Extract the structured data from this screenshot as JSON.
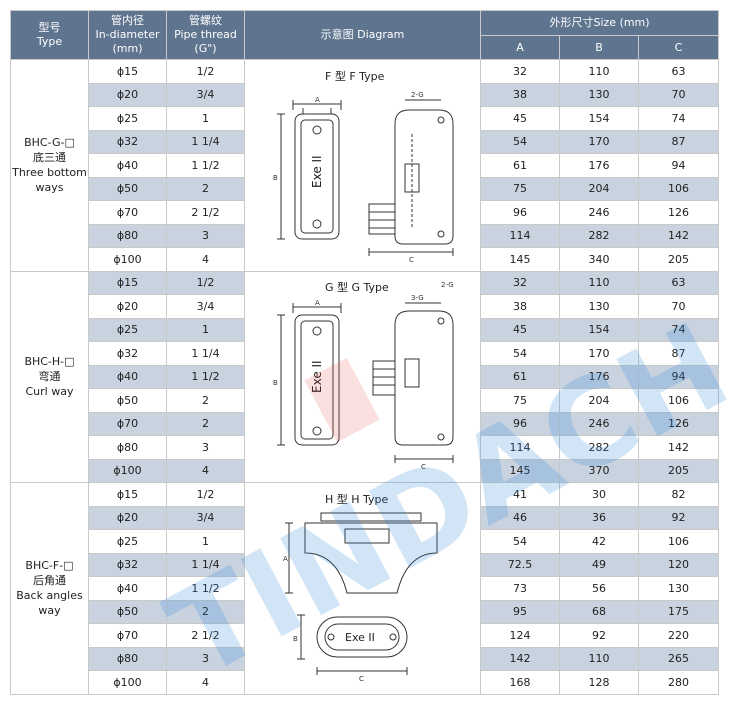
{
  "headers": {
    "type_cn": "型号",
    "type_en": "Type",
    "diameter_cn": "管内径",
    "diameter_en": "In-diameter",
    "diameter_unit": "(mm)",
    "thread_cn": "管螺纹",
    "thread_en": "Pipe thread",
    "thread_unit": "(G\")",
    "diagram": "示意图 Diagram",
    "size": "外形尺寸Size (mm)",
    "col_a": "A",
    "col_b": "B",
    "col_c": "C"
  },
  "groups": [
    {
      "type_code": "BHC-G-□",
      "type_cn": "底三通",
      "type_en_1": "Three bottom",
      "type_en_2": "ways",
      "diagram_label": "F 型    F Type",
      "rows": [
        {
          "d": "ϕ15",
          "g": "1/2",
          "a": "32",
          "b": "110",
          "c": "63"
        },
        {
          "d": "ϕ20",
          "g": "3/4",
          "a": "38",
          "b": "130",
          "c": "70"
        },
        {
          "d": "ϕ25",
          "g": "1",
          "a": "45",
          "b": "154",
          "c": "74"
        },
        {
          "d": "ϕ32",
          "g": "1 1/4",
          "a": "54",
          "b": "170",
          "c": "87"
        },
        {
          "d": "ϕ40",
          "g": "1 1/2",
          "a": "61",
          "b": "176",
          "c": "94"
        },
        {
          "d": "ϕ50",
          "g": "2",
          "a": "75",
          "b": "204",
          "c": "106"
        },
        {
          "d": "ϕ70",
          "g": "2 1/2",
          "a": "96",
          "b": "246",
          "c": "126"
        },
        {
          "d": "ϕ80",
          "g": "3",
          "a": "114",
          "b": "282",
          "c": "142"
        },
        {
          "d": "ϕ100",
          "g": "4",
          "a": "145",
          "b": "340",
          "c": "205"
        }
      ]
    },
    {
      "type_code": "BHC-H-□",
      "type_cn": "弯通",
      "type_en_1": "Curl way",
      "type_en_2": "",
      "diagram_label": "G 型    G Type",
      "rows": [
        {
          "d": "ϕ15",
          "g": "1/2",
          "a": "32",
          "b": "110",
          "c": "63"
        },
        {
          "d": "ϕ20",
          "g": "3/4",
          "a": "38",
          "b": "130",
          "c": "70"
        },
        {
          "d": "ϕ25",
          "g": "1",
          "a": "45",
          "b": "154",
          "c": "74"
        },
        {
          "d": "ϕ32",
          "g": "1 1/4",
          "a": "54",
          "b": "170",
          "c": "87"
        },
        {
          "d": "ϕ40",
          "g": "1 1/2",
          "a": "61",
          "b": "176",
          "c": "94"
        },
        {
          "d": "ϕ50",
          "g": "2",
          "a": "75",
          "b": "204",
          "c": "106"
        },
        {
          "d": "ϕ70",
          "g": "2",
          "a": "96",
          "b": "246",
          "c": "126"
        },
        {
          "d": "ϕ80",
          "g": "3",
          "a": "114",
          "b": "282",
          "c": "142"
        },
        {
          "d": "ϕ100",
          "g": "4",
          "a": "145",
          "b": "370",
          "c": "205"
        }
      ]
    },
    {
      "type_code": "BHC-F-□",
      "type_cn": "后角通",
      "type_en_1": "Back angles",
      "type_en_2": "way",
      "diagram_label": "H 型    H Type",
      "rows": [
        {
          "d": "ϕ15",
          "g": "1/2",
          "a": "41",
          "b": "30",
          "c": "82"
        },
        {
          "d": "ϕ20",
          "g": "3/4",
          "a": "46",
          "b": "36",
          "c": "92"
        },
        {
          "d": "ϕ25",
          "g": "1",
          "a": "54",
          "b": "42",
          "c": "106"
        },
        {
          "d": "ϕ32",
          "g": "1 1/4",
          "a": "72.5",
          "b": "49",
          "c": "120"
        },
        {
          "d": "ϕ40",
          "g": "1 1/2",
          "a": "73",
          "b": "56",
          "c": "130"
        },
        {
          "d": "ϕ50",
          "g": "2",
          "a": "95",
          "b": "68",
          "c": "175"
        },
        {
          "d": "ϕ70",
          "g": "2 1/2",
          "a": "124",
          "b": "92",
          "c": "220"
        },
        {
          "d": "ϕ80",
          "g": "3",
          "a": "142",
          "b": "110",
          "c": "265"
        },
        {
          "d": "ϕ100",
          "g": "4",
          "a": "168",
          "b": "128",
          "c": "280"
        }
      ]
    }
  ],
  "drawing_labels": {
    "dim_a": "A",
    "dim_b": "B",
    "dim_c": "C",
    "thread_f": "2-G",
    "thread_g": "3-G",
    "thread_g2": "2-G",
    "exe": "Exe II"
  },
  "watermark": "TINDACH",
  "colors": {
    "header_bg": "#5e748f",
    "stripe": "#c9d3e0",
    "watermark_blue": "#2f8ad6",
    "watermark_red": "#e24c4c"
  }
}
